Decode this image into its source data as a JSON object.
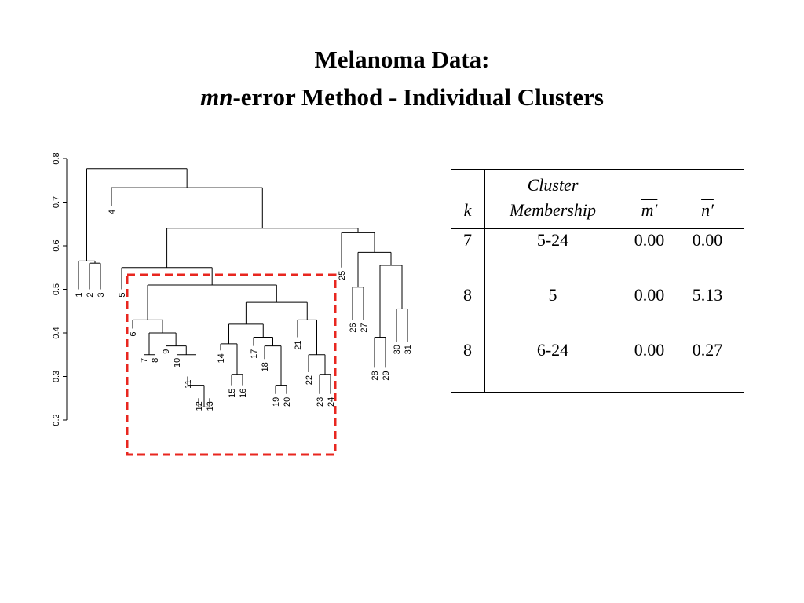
{
  "slide": {
    "title_line1": "Melanoma Data:",
    "title_line2_italic": "mn",
    "title_line2_rest": "-error Method - Individual Clusters"
  },
  "dendrogram": {
    "axis_ticks": [
      "0.2",
      "0.3",
      "0.4",
      "0.5",
      "0.6",
      "0.7",
      "0.8"
    ],
    "y_range": [
      0.2,
      0.8
    ],
    "leaves": [
      {
        "label": "1",
        "h": 0.5
      },
      {
        "label": "2",
        "h": 0.5
      },
      {
        "label": "3",
        "h": 0.5
      },
      {
        "label": "4",
        "h": 0.69
      },
      {
        "label": "5",
        "h": 0.5
      },
      {
        "label": "6",
        "h": 0.41
      },
      {
        "label": "7",
        "h": 0.35
      },
      {
        "label": "8",
        "h": 0.35
      },
      {
        "label": "9",
        "h": 0.37
      },
      {
        "label": "10",
        "h": 0.35
      },
      {
        "label": "11",
        "h": 0.3
      },
      {
        "label": "12",
        "h": 0.25
      },
      {
        "label": "13",
        "h": 0.25
      },
      {
        "label": "14",
        "h": 0.36
      },
      {
        "label": "15",
        "h": 0.28
      },
      {
        "label": "16",
        "h": 0.28
      },
      {
        "label": "17",
        "h": 0.37
      },
      {
        "label": "18",
        "h": 0.34
      },
      {
        "label": "19",
        "h": 0.26
      },
      {
        "label": "20",
        "h": 0.26
      },
      {
        "label": "21",
        "h": 0.39
      },
      {
        "label": "22",
        "h": 0.31
      },
      {
        "label": "23",
        "h": 0.26
      },
      {
        "label": "24",
        "h": 0.26
      },
      {
        "label": "25",
        "h": 0.55
      },
      {
        "label": "26",
        "h": 0.43
      },
      {
        "label": "27",
        "h": 0.43
      },
      {
        "label": "28",
        "h": 0.32
      },
      {
        "label": "29",
        "h": 0.32
      },
      {
        "label": "30",
        "h": 0.38
      },
      {
        "label": "31",
        "h": 0.38
      }
    ],
    "highlight_color": "#e8261f",
    "highlight_style": "dashed"
  },
  "table": {
    "headers": {
      "k": "k",
      "membership_line1": "Cluster",
      "membership_line2": "Membership",
      "m": "m′",
      "n": "n′"
    },
    "rows": [
      {
        "k": "7",
        "membership": "5-24",
        "m": "0.00",
        "n": "0.00"
      },
      {
        "k": "8",
        "membership": "5",
        "m": "0.00",
        "n": "5.13"
      },
      {
        "k": "8",
        "membership": "6-24",
        "m": "0.00",
        "n": "0.27"
      }
    ]
  }
}
